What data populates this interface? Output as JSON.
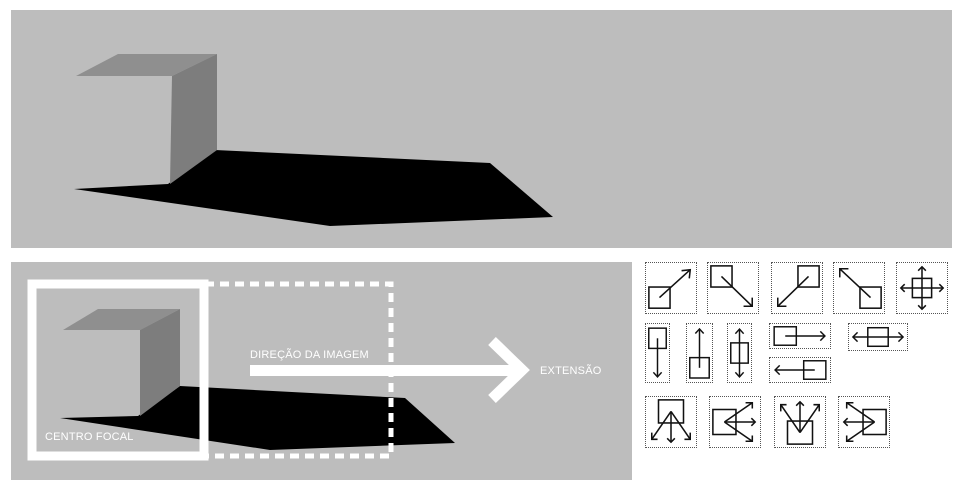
{
  "labels": {
    "focal_center": "CENTRO FOCAL",
    "image_direction": "DIREÇÃO DA IMAGEM",
    "extension": "EXTENSÃO"
  },
  "colors": {
    "background": "#bdbdbd",
    "cube_top": "#8f8f8f",
    "cube_side": "#7d7d7d",
    "shadow": "#000000",
    "frame": "#ffffff",
    "icon_stroke": "#111111",
    "icon_border": "#555555"
  },
  "icons": [
    "expand-up-right-icon",
    "expand-down-right-icon",
    "expand-down-left-icon",
    "expand-up-left-icon",
    "expand-all-directions-icon",
    "expand-down-icon",
    "expand-up-icon",
    "expand-vertical-icon",
    "expand-right-icon",
    "expand-horizontal-icon",
    "expand-left-icon",
    "expand-down-spread-icon",
    "expand-right-spread-icon",
    "expand-up-spread-icon",
    "expand-left-spread-icon"
  ]
}
